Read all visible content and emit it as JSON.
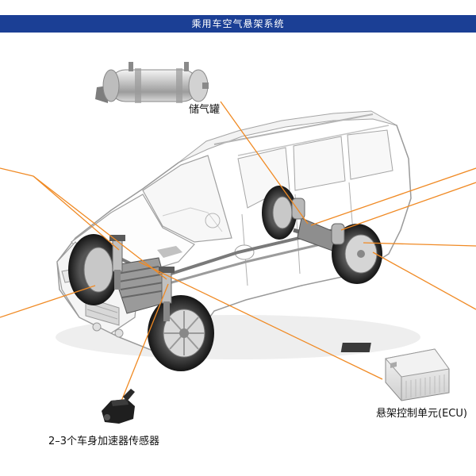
{
  "header": {
    "title": "乘用车空气悬架系统"
  },
  "labels": {
    "tank": "储气罐",
    "ecu": "悬架控制单元(ECU)",
    "sensor": "2–3个车身加速器传感器"
  },
  "colors": {
    "header_bg": "#1b3f95",
    "leader_line": "#f08a24",
    "car_body": "#ffffff",
    "car_outline": "#9a9a9a"
  }
}
